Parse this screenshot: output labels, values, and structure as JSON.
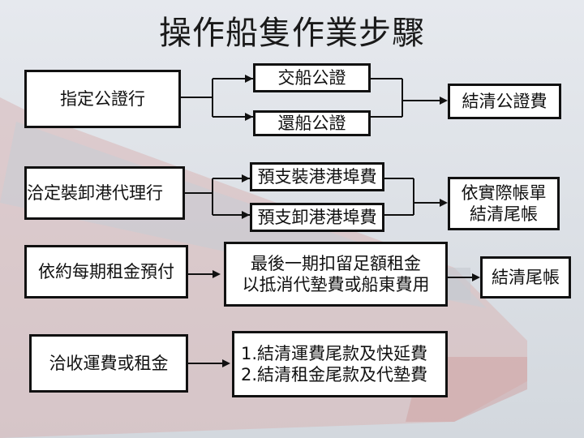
{
  "title": "操作船隻作業步驟",
  "rows": {
    "row1": {
      "source": "指定公證行",
      "branches": [
        "交船公證",
        "還船公證"
      ],
      "result": "結清公證費"
    },
    "row2": {
      "source": "洽定裝卸港代理行",
      "branches": [
        "預支裝港港埠費",
        "預支卸港港埠費"
      ],
      "result": [
        "依實際帳單",
        "結清尾帳"
      ]
    },
    "row3": {
      "source": "依約每期租金預付",
      "middle": [
        "最後一期扣留足額租金",
        "以抵消代墊費或船東費用"
      ],
      "result": "結清尾帳"
    },
    "row4": {
      "source": "洽收運費或租金",
      "middle": [
        "1.結清運費尾款及快延費",
        "2.結清租金尾款及代墊費"
      ]
    }
  },
  "colors": {
    "box_border": "#111111",
    "box_fill": "#ffffff",
    "connector": "#111111"
  }
}
